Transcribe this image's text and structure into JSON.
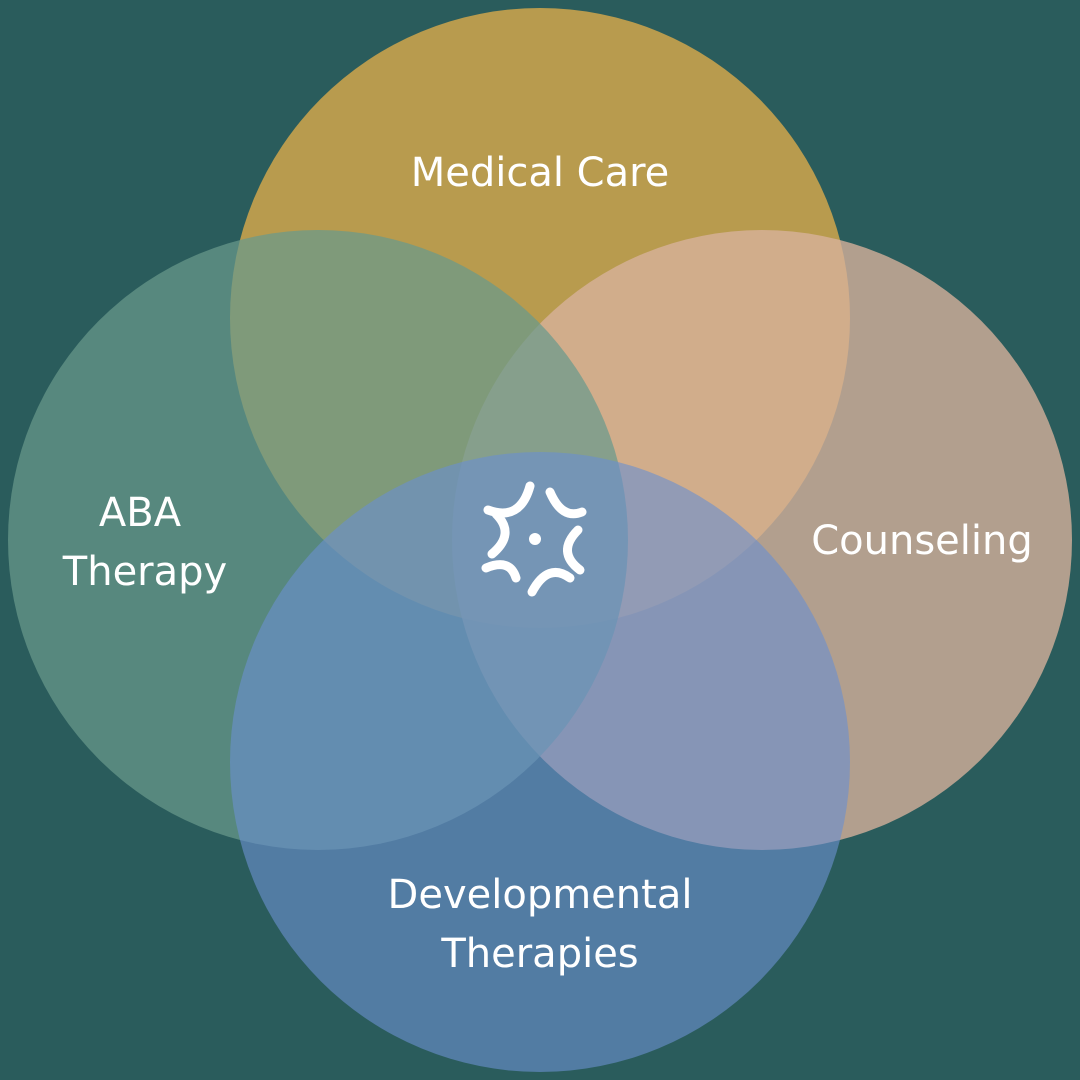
{
  "colors": {
    "background": "#2a5c5c",
    "medical": "#b89b4e",
    "aba": "#578678",
    "counseling": "#c7a79f",
    "developmental": "#567bad",
    "icon": "#ffffff"
  },
  "circles": {
    "medical": {
      "label": "Medical Care"
    },
    "aba": {
      "label_line1": "ABA",
      "label_line2": "Therapy"
    },
    "counseling": {
      "label": "Counseling"
    },
    "developmental": {
      "label_line1": "Developmental",
      "label_line2": "Therapies"
    }
  },
  "center_icon": {
    "name": "puzzle-star-icon"
  }
}
